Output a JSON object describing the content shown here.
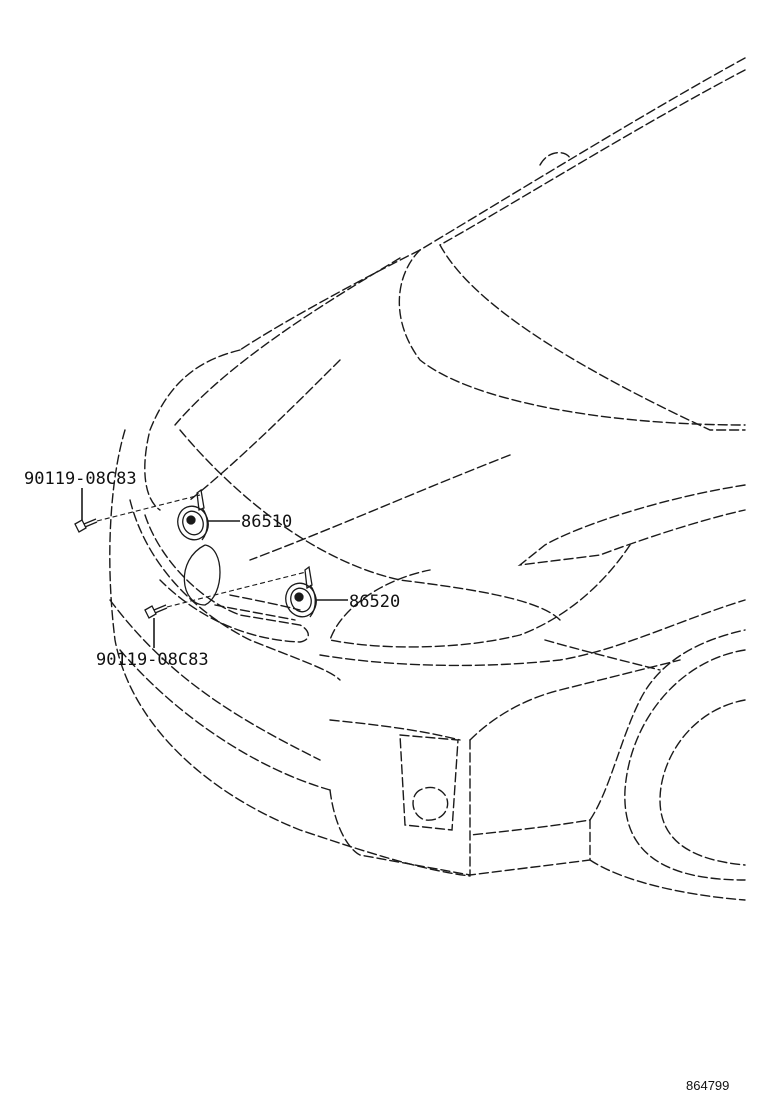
{
  "callouts": {
    "bolt_upper": "90119-08C83",
    "horn_high": "86510",
    "horn_low": "86520",
    "bolt_lower": "90119-08C83"
  },
  "figure_ref": "864799"
}
